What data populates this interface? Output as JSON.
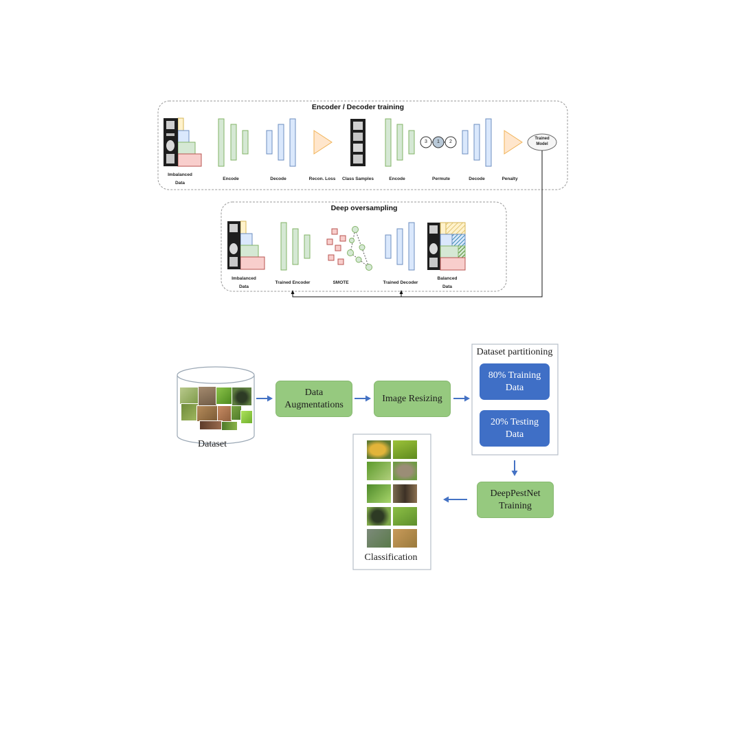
{
  "top_figure": {
    "encoder_panel": {
      "title": "Encoder / Decoder training",
      "labels": {
        "imbalanced_line1": "Imbalanced",
        "imbalanced_line2": "Data",
        "encode1": "Encode",
        "decode1": "Decode",
        "recon_loss": "Recon. Loss",
        "class_samples": "Class Samples",
        "encode2": "Encode",
        "permute": "Permute",
        "decode2": "Decode",
        "penalty": "Penalty"
      },
      "permute_nodes": [
        "3",
        "1",
        "2"
      ],
      "trained_model_line1": "Trained",
      "trained_model_line2": "Model"
    },
    "oversampling_panel": {
      "title": "Deep oversampling",
      "labels": {
        "imbalanced_line1": "Imbalanced",
        "imbalanced_line2": "Data",
        "trained_encoder": "Trained Encoder",
        "smote": "SMOTE",
        "trained_decoder": "Trained Decoder",
        "balanced_line1": "Balanced",
        "balanced_line2": "Data"
      }
    },
    "colors": {
      "encoder_green": "#d5e8d4",
      "encoder_green_border": "#82b366",
      "decoder_blue": "#dae8fc",
      "decoder_blue_border": "#6c8ebf",
      "loss_orange": "#ffe6cc",
      "loss_orange_border": "#f0b255",
      "minority_red": "#f8cecc",
      "minority_red_border": "#b85450"
    }
  },
  "bottom_figure": {
    "dataset_label": "Dataset",
    "steps": {
      "augment_line1": "Data",
      "augment_line2": "Augmentations",
      "resize": "Image Resizing",
      "training_line1": "DeepPestNet",
      "training_line2": "Training"
    },
    "partition": {
      "title": "Dataset partitioning",
      "train_line1": "80% Training",
      "train_line2": "Data",
      "test_line1": "20% Testing",
      "test_line2": "Data"
    },
    "classification_label": "Classification",
    "colors": {
      "step_green": "#96c97f",
      "partition_blue": "#3f6fc6",
      "arrow_blue": "#4472c4"
    }
  }
}
